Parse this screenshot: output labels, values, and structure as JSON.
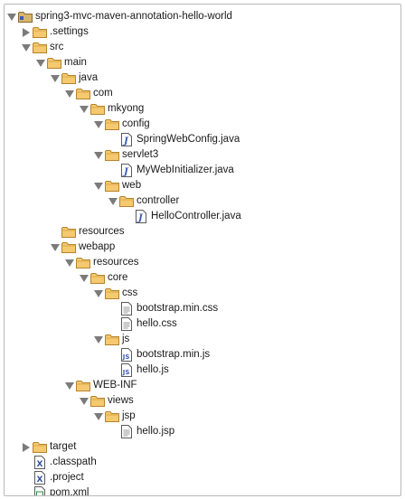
{
  "tree": [
    {
      "label": "spring3-mvc-maven-annotation-hello-world",
      "icon": "project-folder-icon",
      "toggle": "down",
      "level": 0
    },
    {
      "label": ".settings",
      "icon": "folder-icon",
      "toggle": "right",
      "level": 1
    },
    {
      "label": "src",
      "icon": "folder-icon",
      "toggle": "down",
      "level": 1
    },
    {
      "label": "main",
      "icon": "folder-icon",
      "toggle": "down",
      "level": 2
    },
    {
      "label": "java",
      "icon": "folder-icon",
      "toggle": "down",
      "level": 3
    },
    {
      "label": "com",
      "icon": "folder-icon",
      "toggle": "down",
      "level": 4
    },
    {
      "label": "mkyong",
      "icon": "folder-icon",
      "toggle": "down",
      "level": 5
    },
    {
      "label": "config",
      "icon": "folder-icon",
      "toggle": "down",
      "level": 6
    },
    {
      "label": "SpringWebConfig.java",
      "icon": "java-file-icon",
      "toggle": "none",
      "level": 7
    },
    {
      "label": "servlet3",
      "icon": "folder-icon",
      "toggle": "down",
      "level": 6
    },
    {
      "label": "MyWebInitializer.java",
      "icon": "java-file-icon",
      "toggle": "none",
      "level": 7
    },
    {
      "label": "web",
      "icon": "folder-icon",
      "toggle": "down",
      "level": 6
    },
    {
      "label": "controller",
      "icon": "folder-icon",
      "toggle": "down",
      "level": 7
    },
    {
      "label": "HelloController.java",
      "icon": "java-file-icon",
      "toggle": "none",
      "level": 8
    },
    {
      "label": "resources",
      "icon": "folder-icon",
      "toggle": "none",
      "level": 3
    },
    {
      "label": "webapp",
      "icon": "folder-icon",
      "toggle": "down",
      "level": 3
    },
    {
      "label": "resources",
      "icon": "folder-icon",
      "toggle": "down",
      "level": 4
    },
    {
      "label": "core",
      "icon": "folder-icon",
      "toggle": "down",
      "level": 5
    },
    {
      "label": "css",
      "icon": "folder-icon",
      "toggle": "down",
      "level": 6
    },
    {
      "label": "bootstrap.min.css",
      "icon": "text-file-icon",
      "toggle": "none",
      "level": 7
    },
    {
      "label": "hello.css",
      "icon": "text-file-icon",
      "toggle": "none",
      "level": 7
    },
    {
      "label": "js",
      "icon": "folder-icon",
      "toggle": "down",
      "level": 6
    },
    {
      "label": "bootstrap.min.js",
      "icon": "js-file-icon",
      "toggle": "none",
      "level": 7
    },
    {
      "label": "hello.js",
      "icon": "js-file-icon",
      "toggle": "none",
      "level": 7
    },
    {
      "label": "WEB-INF",
      "icon": "folder-icon",
      "toggle": "down",
      "level": 4
    },
    {
      "label": "views",
      "icon": "folder-icon",
      "toggle": "down",
      "level": 5
    },
    {
      "label": "jsp",
      "icon": "folder-icon",
      "toggle": "down",
      "level": 6
    },
    {
      "label": "hello.jsp",
      "icon": "text-file-icon",
      "toggle": "none",
      "level": 7
    },
    {
      "label": "target",
      "icon": "folder-icon",
      "toggle": "right",
      "level": 1
    },
    {
      "label": ".classpath",
      "icon": "xml-file-icon",
      "toggle": "none",
      "level": 1
    },
    {
      "label": ".project",
      "icon": "xml-file-icon",
      "toggle": "none",
      "level": 1
    },
    {
      "label": "pom.xml",
      "icon": "pom-file-icon",
      "toggle": "none",
      "level": 1
    }
  ],
  "colors": {
    "folder_fill": "#f5c970",
    "folder_stroke": "#b5832a",
    "toggle": "#7b7b7b",
    "java_accent": "#3a5bb3"
  }
}
